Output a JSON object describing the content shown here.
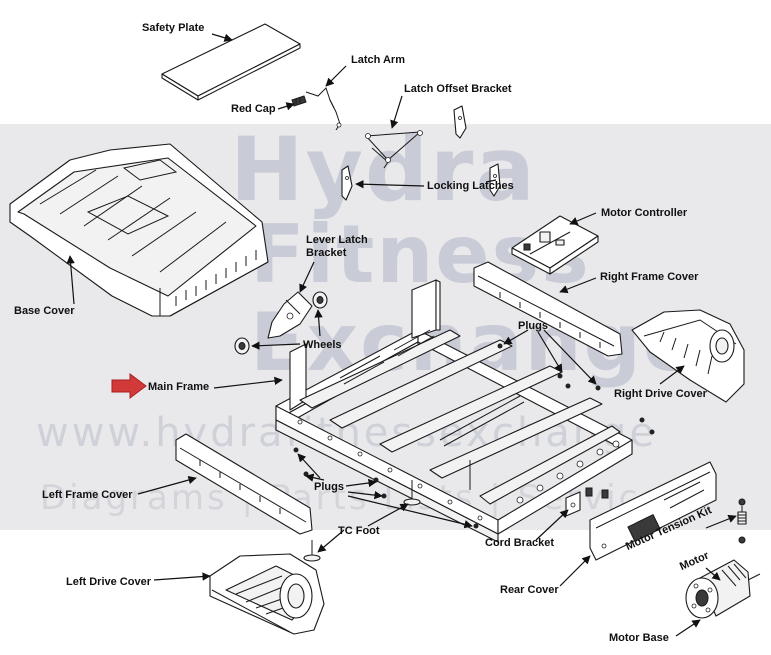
{
  "watermark": {
    "line1": "Hydra",
    "line2": "Fitness",
    "line3": "Exchange",
    "line4": "www.hydrafitnessexchange",
    "line5": "Diagrams | Parts Lists | Service"
  },
  "labels": {
    "safety_plate": "Safety Plate",
    "latch_arm": "Latch Arm",
    "latch_offset_bracket": "Latch Offset Bracket",
    "red_cap": "Red Cap",
    "locking_latches": "Locking Latches",
    "motor_controller": "Motor Controller",
    "lever_latch_bracket_1": "Lever Latch",
    "lever_latch_bracket_2": "Bracket",
    "right_frame_cover": "Right Frame Cover",
    "base_cover": "Base Cover",
    "plugs_right": "Plugs",
    "wheels": "Wheels",
    "right_drive_cover": "Right Drive Cover",
    "main_frame": "Main Frame",
    "left_frame_cover": "Left Frame Cover",
    "plugs_left": "Plugs",
    "tc_foot": "TC Foot",
    "cord_bracket": "Cord Bracket",
    "motor_tension_kit": "Motor Tension Kit",
    "motor": "Motor",
    "left_drive_cover": "Left Drive Cover",
    "rear_cover": "Rear Cover",
    "motor_base": "Motor Base"
  },
  "colors": {
    "highlight_arrow": "#d23a3a",
    "watermark_band": "#e9e9ec",
    "watermark_text": "#c9ccd6"
  }
}
